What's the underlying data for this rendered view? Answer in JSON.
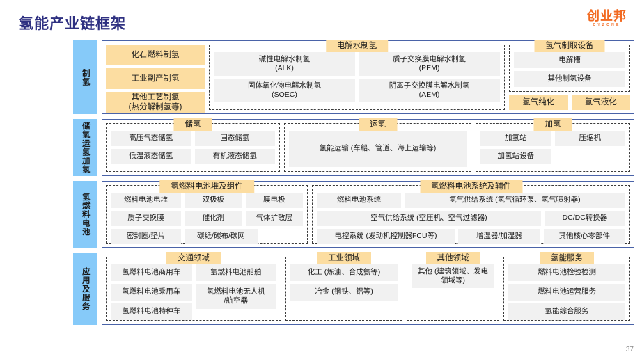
{
  "header": {
    "title": "氢能产业链框架",
    "logo_cn": "创业邦",
    "logo_en": "CYZONE",
    "page_number": "37",
    "accent_blue": "#86caf9",
    "accent_orange": "#fcdda1",
    "title_color": "#2e3081",
    "logo_color": "#f26a21",
    "border_color": "#4a63a8",
    "cell_bg": "#f1f1f1"
  },
  "bands": [
    {
      "label": "制氢",
      "groups": [
        {
          "title": "",
          "cells": [
            "化石燃料制氢",
            "工业副产制氢",
            "其他工艺制氢\n(热分解制氢等)"
          ]
        },
        {
          "title": "电解水制氢",
          "cells": [
            "碱性电解水制氢\n(ALK)",
            "质子交换膜电解水制氢\n(PEM)",
            "固体氧化物电解水制氢\n(SOEC)",
            "阴离子交换膜电解水制氢\n(AEM)"
          ]
        },
        {
          "title": "氢气制取设备",
          "cells": [
            "电解槽",
            "其他制氢设备"
          ],
          "extra_bar": [
            "氢气纯化",
            "氢气液化"
          ]
        }
      ]
    },
    {
      "label": "储氢运氢加氢",
      "groups": [
        {
          "title": "储氢",
          "cells": [
            "高压气态储氢",
            "固态储氢",
            "低温液态储氢",
            "有机液态储氢"
          ]
        },
        {
          "title": "运氢",
          "cells": [
            "氢能运输 (车船、管道、海上运输等)"
          ]
        },
        {
          "title": "加氢",
          "cells": [
            "加氢站",
            "压缩机",
            "加氢站设备",
            ""
          ]
        }
      ]
    },
    {
      "label": "氢燃料电池",
      "groups": [
        {
          "title": "氢燃料电池堆及组件",
          "cells": [
            "燃料电池电堆",
            "双极板",
            "膜电极",
            "质子交换膜",
            "催化剂",
            "气体扩散层",
            "密封圈/垫片",
            "碳纸/碳布/碳网",
            ""
          ]
        },
        {
          "title": "氢燃料电池系统及辅件",
          "cells": [
            "燃料电池系统",
            "氢气供给系统 (氢气循环泵、氢气喷射器)",
            "空气供给系统 (空压机、空气过滤器)",
            "DC/DC转换器",
            "电控系统 (发动机控制器FCU等)",
            "增湿器/加湿器",
            "其他核心零部件"
          ]
        }
      ]
    },
    {
      "label": "应用及服务",
      "groups": [
        {
          "title": "交通领域",
          "cells": [
            "氢燃料电池商用车",
            "氢燃料电池船舶",
            "氢燃料电池乘用车",
            "氢燃料电池无人机\n/航空器",
            "氢燃料电池特种车"
          ]
        },
        {
          "title": "工业领域",
          "cells": [
            "化工 (炼油、合成氨等)",
            "冶金 (钢铁、铝等)"
          ]
        },
        {
          "title": "其他领域",
          "cells": [
            "其他 (建筑领域、发电领域等)"
          ]
        },
        {
          "title": "氢能服务",
          "cells": [
            "燃料电池检验检测",
            "燃料电池运营服务",
            "氢能综合服务"
          ]
        }
      ]
    }
  ]
}
